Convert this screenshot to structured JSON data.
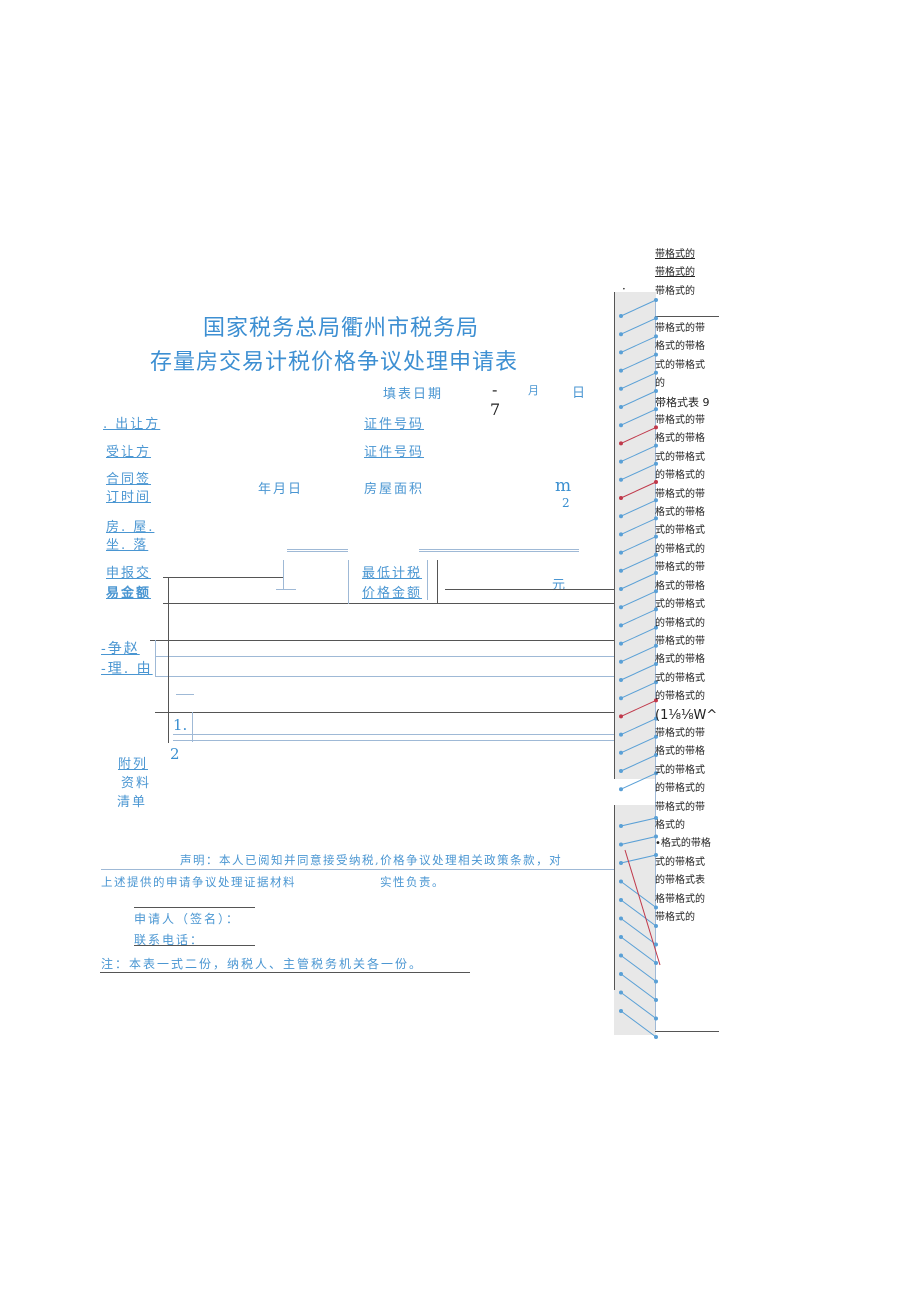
{
  "title_line1": "国家税务总局衢州市税务局",
  "title_line2": "存量房交易计税价格争议处理申请表",
  "fill_date": {
    "label": "填表日期",
    "dash": "-",
    "seven": "7",
    "month": "月",
    "day": "日"
  },
  "fields": {
    "seller": ". 出让方",
    "seller_id": "证件号码",
    "buyer": "受让方",
    "buyer_id": "证件号码",
    "contract_time_1": "合同签",
    "contract_time_2": "订时间",
    "ymd": "年月日",
    "area": "房屋面积",
    "area_unit_m": "m",
    "area_unit_2": "2",
    "location_1": "房. 屋.",
    "location_2": "坐. 落",
    "declared_1": "申报交",
    "declared_2": "易金额",
    "min_tax_1": "最低计税",
    "min_tax_2": "价格金额",
    "yuan": "元",
    "reason_1": "-争赵",
    "reason_2": "-理. 由",
    "num_1": "1.",
    "num_2": "2",
    "attach_1": "附列",
    "attach_2": "资料",
    "attach_3": "清单"
  },
  "statement_line1": "声明：本人已阅知并同意接受纳税,价格争议处理相关政策条款，对",
  "statement_line2a": "上述提供的申请争议处理证据材料",
  "statement_line2b": "实性负责。",
  "applicant": "申请人（签名）：",
  "phone": "联系电话：",
  "note": "注：本表一式二份，纳税人、主管税务机关各一份。",
  "side_dot": "·",
  "comments_top": [
    "带格式的",
    "带格式的",
    "带格式的"
  ],
  "comments_main": [
    "带格式的带",
    "格式的带格",
    "式的带格式",
    "的",
    "带格式表 9",
    "带格式的带",
    "格式的带格",
    "式的带格式",
    "的带格式的",
    "带格式的带",
    "格式的带格",
    "式的带格式",
    "的带格式的",
    "带格式的带",
    "格式的带格",
    "式的带格式",
    "的带格式的",
    "带格式的带",
    "格式的带格",
    "式的带格式",
    "的带格式的",
    "(1⅛⅛W^",
    "带格式的带",
    "格式的带格",
    "式的带格式",
    "的带格式的",
    "带格式的带",
    "格式的",
    "•格式的带格",
    "式的带格式",
    "的带格式表",
    "格带格式的",
    "带格式的"
  ]
}
